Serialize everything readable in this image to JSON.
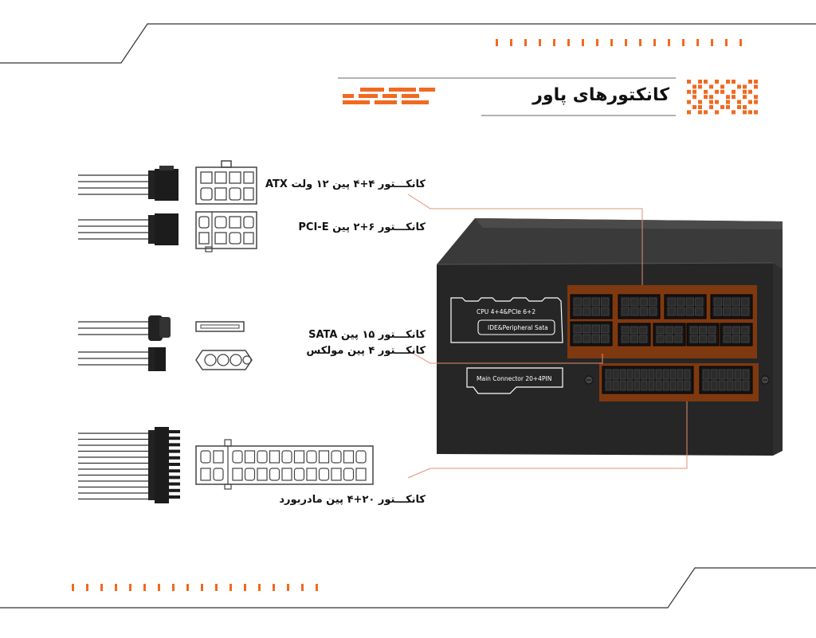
{
  "header": {
    "title": "کانکتورهای پاور"
  },
  "labels": {
    "atx": "کانکـــتور ۴+۴ پین ۱۲ ولت ATX",
    "pcie": "کانکـــتور ۶+۲ پین PCI-E",
    "sata": "کانکـــتور ۱۵ پین SATA",
    "molex": "کانکـــتور ۴ پین مولکس",
    "main": "کانکـــتور ۲۰+۴ پین مادربورد"
  },
  "psu": {
    "cpu_pcie_label": "CPU 4+4&PCIe 6+2",
    "ide_sata_label": "IDE&Peripheral Sata",
    "main_label": "Main Connector 20+4PIN"
  },
  "colors": {
    "accent": "#f06a22",
    "psu_body": "#262626",
    "port_highlight": "#8a3c0e"
  }
}
